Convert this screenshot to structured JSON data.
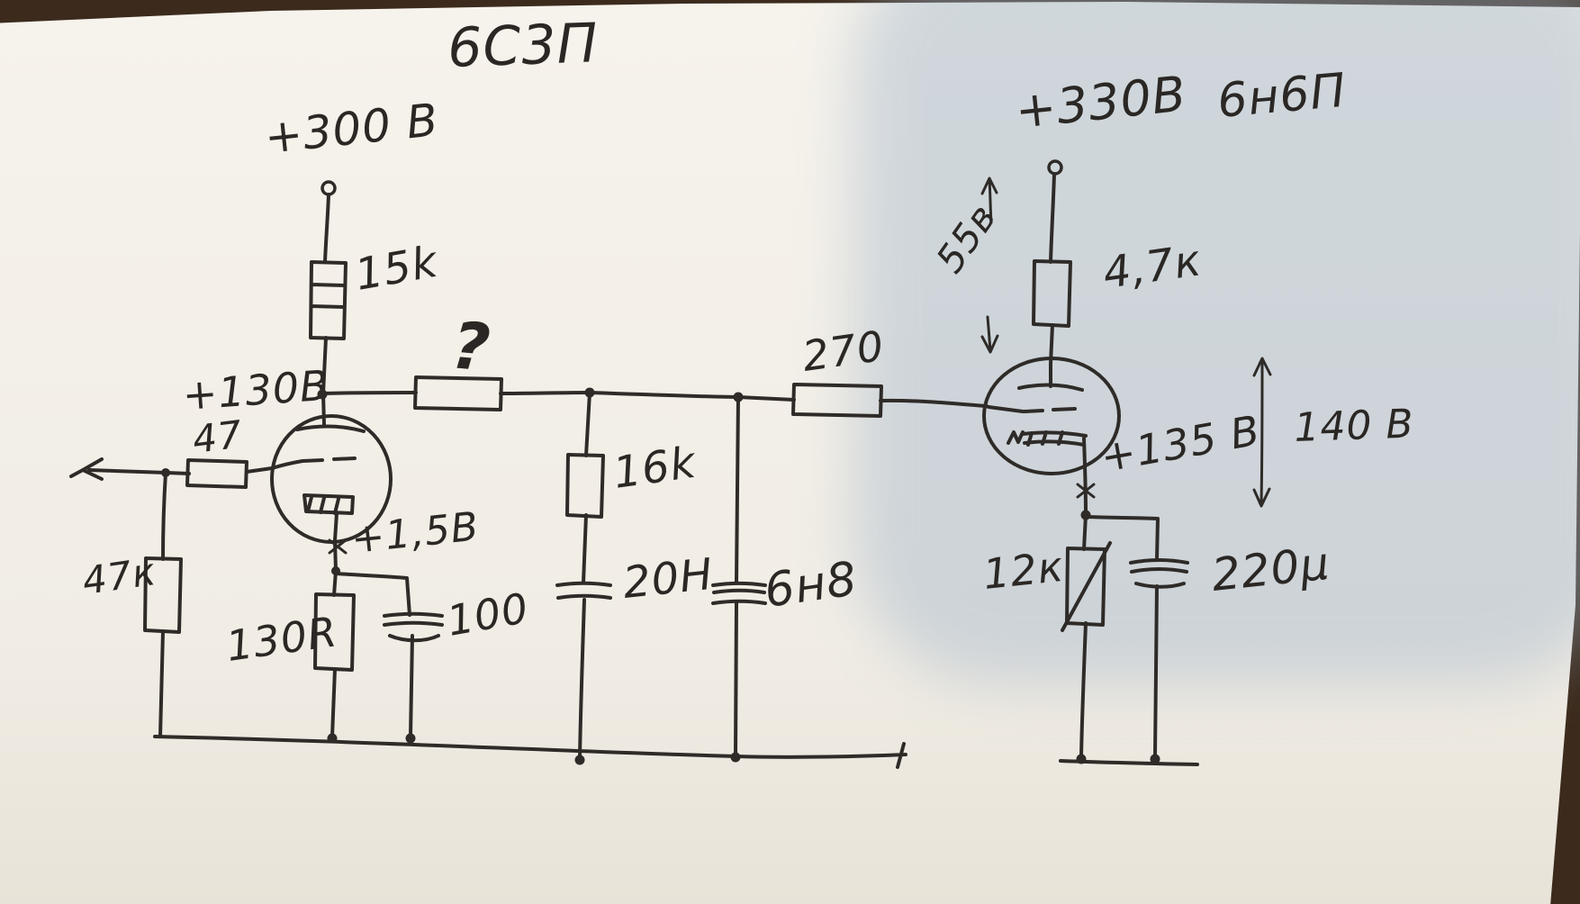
{
  "colors": {
    "ink": "#2e2b28",
    "paper": "#f4f1ea",
    "paper_dark": "#e9e4da",
    "shadow": "#9db1c6",
    "wood": "#3c2b1d"
  },
  "labels": {
    "title_tube1": "6С3П",
    "supply1": "+300 В",
    "r_plate1": "15k",
    "node_plate1": "+130В",
    "coupling_unknown": "?",
    "r_grid_stop1": "47",
    "r_grid_leak1": "47к",
    "cathode_v1": "+1,5В",
    "r_cathode1": "130R",
    "c_cathode1": "100",
    "r_load_mid": "16k",
    "c_mid1": "20Н",
    "c_mid2": "6н8",
    "r_grid2": "270",
    "supply2": "+330В",
    "title_tube2": "6н6П",
    "v_drop2": "55в",
    "r_plate2": "4,7к",
    "cathode_v2": "+135 В",
    "v_swing2": "140 В",
    "r_cathode2": "12к",
    "c_cathode2": "220µ"
  },
  "components": [
    {
      "id": "V1",
      "type": "triode",
      "name": "6С3П"
    },
    {
      "id": "V2",
      "type": "triode",
      "name": "6н6П"
    },
    {
      "id": "R1",
      "type": "resistor",
      "value": "15k",
      "position": "plate V1"
    },
    {
      "id": "R2",
      "type": "resistor",
      "value": "47",
      "position": "grid stop V1"
    },
    {
      "id": "R3",
      "type": "resistor",
      "value": "47к",
      "position": "grid leak V1"
    },
    {
      "id": "R4",
      "type": "resistor",
      "value": "130R",
      "position": "cathode V1"
    },
    {
      "id": "R5",
      "type": "resistor",
      "value": "?",
      "position": "coupling"
    },
    {
      "id": "R6",
      "type": "resistor",
      "value": "16k",
      "position": "shunt"
    },
    {
      "id": "R7",
      "type": "resistor",
      "value": "270",
      "position": "grid V2"
    },
    {
      "id": "R8",
      "type": "resistor",
      "value": "4,7к",
      "position": "plate V2"
    },
    {
      "id": "R9",
      "type": "resistor",
      "value": "12к",
      "position": "cathode V2"
    },
    {
      "id": "C1",
      "type": "capacitor",
      "value": "100",
      "position": "cathode bypass V1"
    },
    {
      "id": "C2",
      "type": "capacitor",
      "value": "20Н",
      "position": "shunt"
    },
    {
      "id": "C3",
      "type": "capacitor",
      "value": "6н8",
      "position": "shunt"
    },
    {
      "id": "C4",
      "type": "capacitor",
      "value": "220µ",
      "position": "cathode bypass V2"
    }
  ]
}
